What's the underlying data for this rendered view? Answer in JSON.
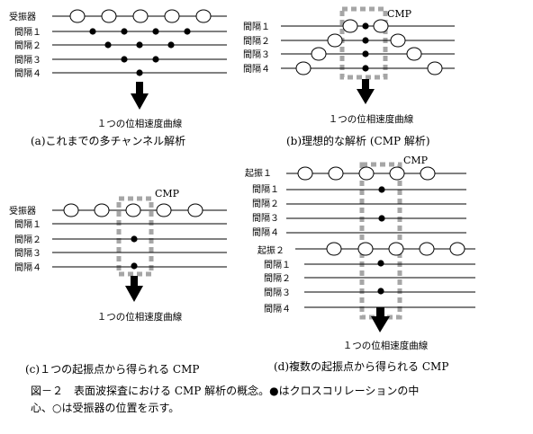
{
  "labels": {
    "receiver": "受振器",
    "spacing1": "間隔１",
    "spacing2": "間隔２",
    "spacing3": "間隔３",
    "spacing4": "間隔４",
    "source1": "起振１",
    "source2": "起振２",
    "cmp": "CMP",
    "result": "１つの位相速度曲線"
  },
  "panels": {
    "a": {
      "caption": "(a)これまでの多チャンネル解析"
    },
    "b": {
      "caption": "(b)理想的な解析 (CMP 解析)"
    },
    "c": {
      "caption": "(c)１つの起振点から得られる CMP"
    },
    "d": {
      "caption": "(d)複数の起振点から得られる CMP"
    }
  },
  "figure_caption": {
    "line1": "図－２　表面波探査における CMP 解析の概念。●はクロスコリレーションの中",
    "line2": "心、○は受振器の位置を示す。"
  },
  "colors": {
    "cmp_box": "#a6a6a6",
    "ink": "#000000"
  }
}
